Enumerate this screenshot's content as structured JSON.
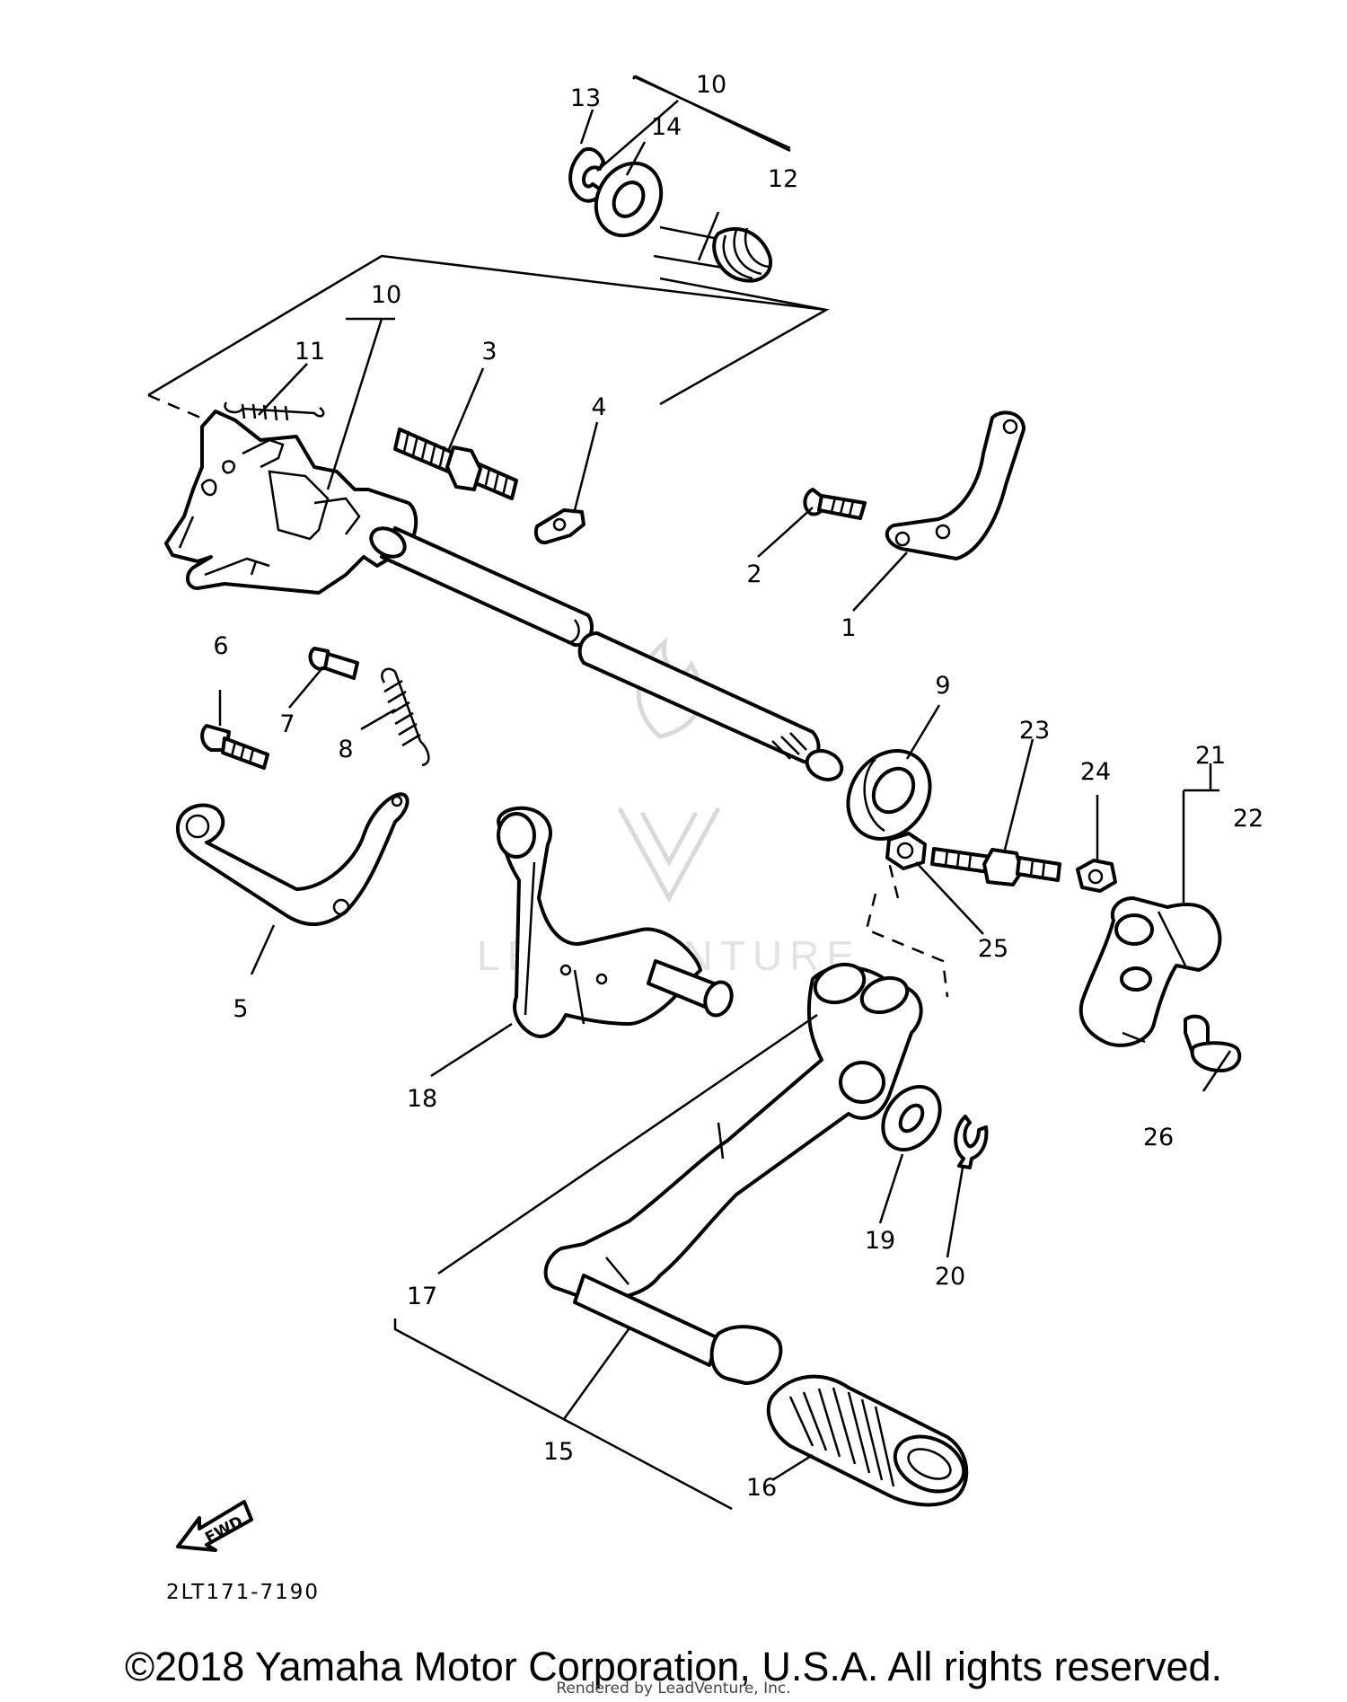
{
  "callouts": {
    "c1": "1",
    "c2": "2",
    "c3": "3",
    "c4": "4",
    "c5": "5",
    "c6": "6",
    "c7": "7",
    "c8": "8",
    "c9": "9",
    "c10a": "10",
    "c10b": "10",
    "c11": "11",
    "c12": "12",
    "c13": "13",
    "c14": "14",
    "c15": "15",
    "c16": "16",
    "c17": "17",
    "c18": "18",
    "c19": "19",
    "c20": "20",
    "c21": "21",
    "c22": "22",
    "c23": "23",
    "c24": "24",
    "c25": "25",
    "c26": "26"
  },
  "fwd_label": "FWD",
  "diagram_code": "2LT171-7190",
  "watermark": "LEADVENTURE",
  "copyright": "©2018 Yamaha Motor Corporation, U.S.A. All rights reserved.",
  "rendered_by": "Rendered by LeadVenture, Inc."
}
